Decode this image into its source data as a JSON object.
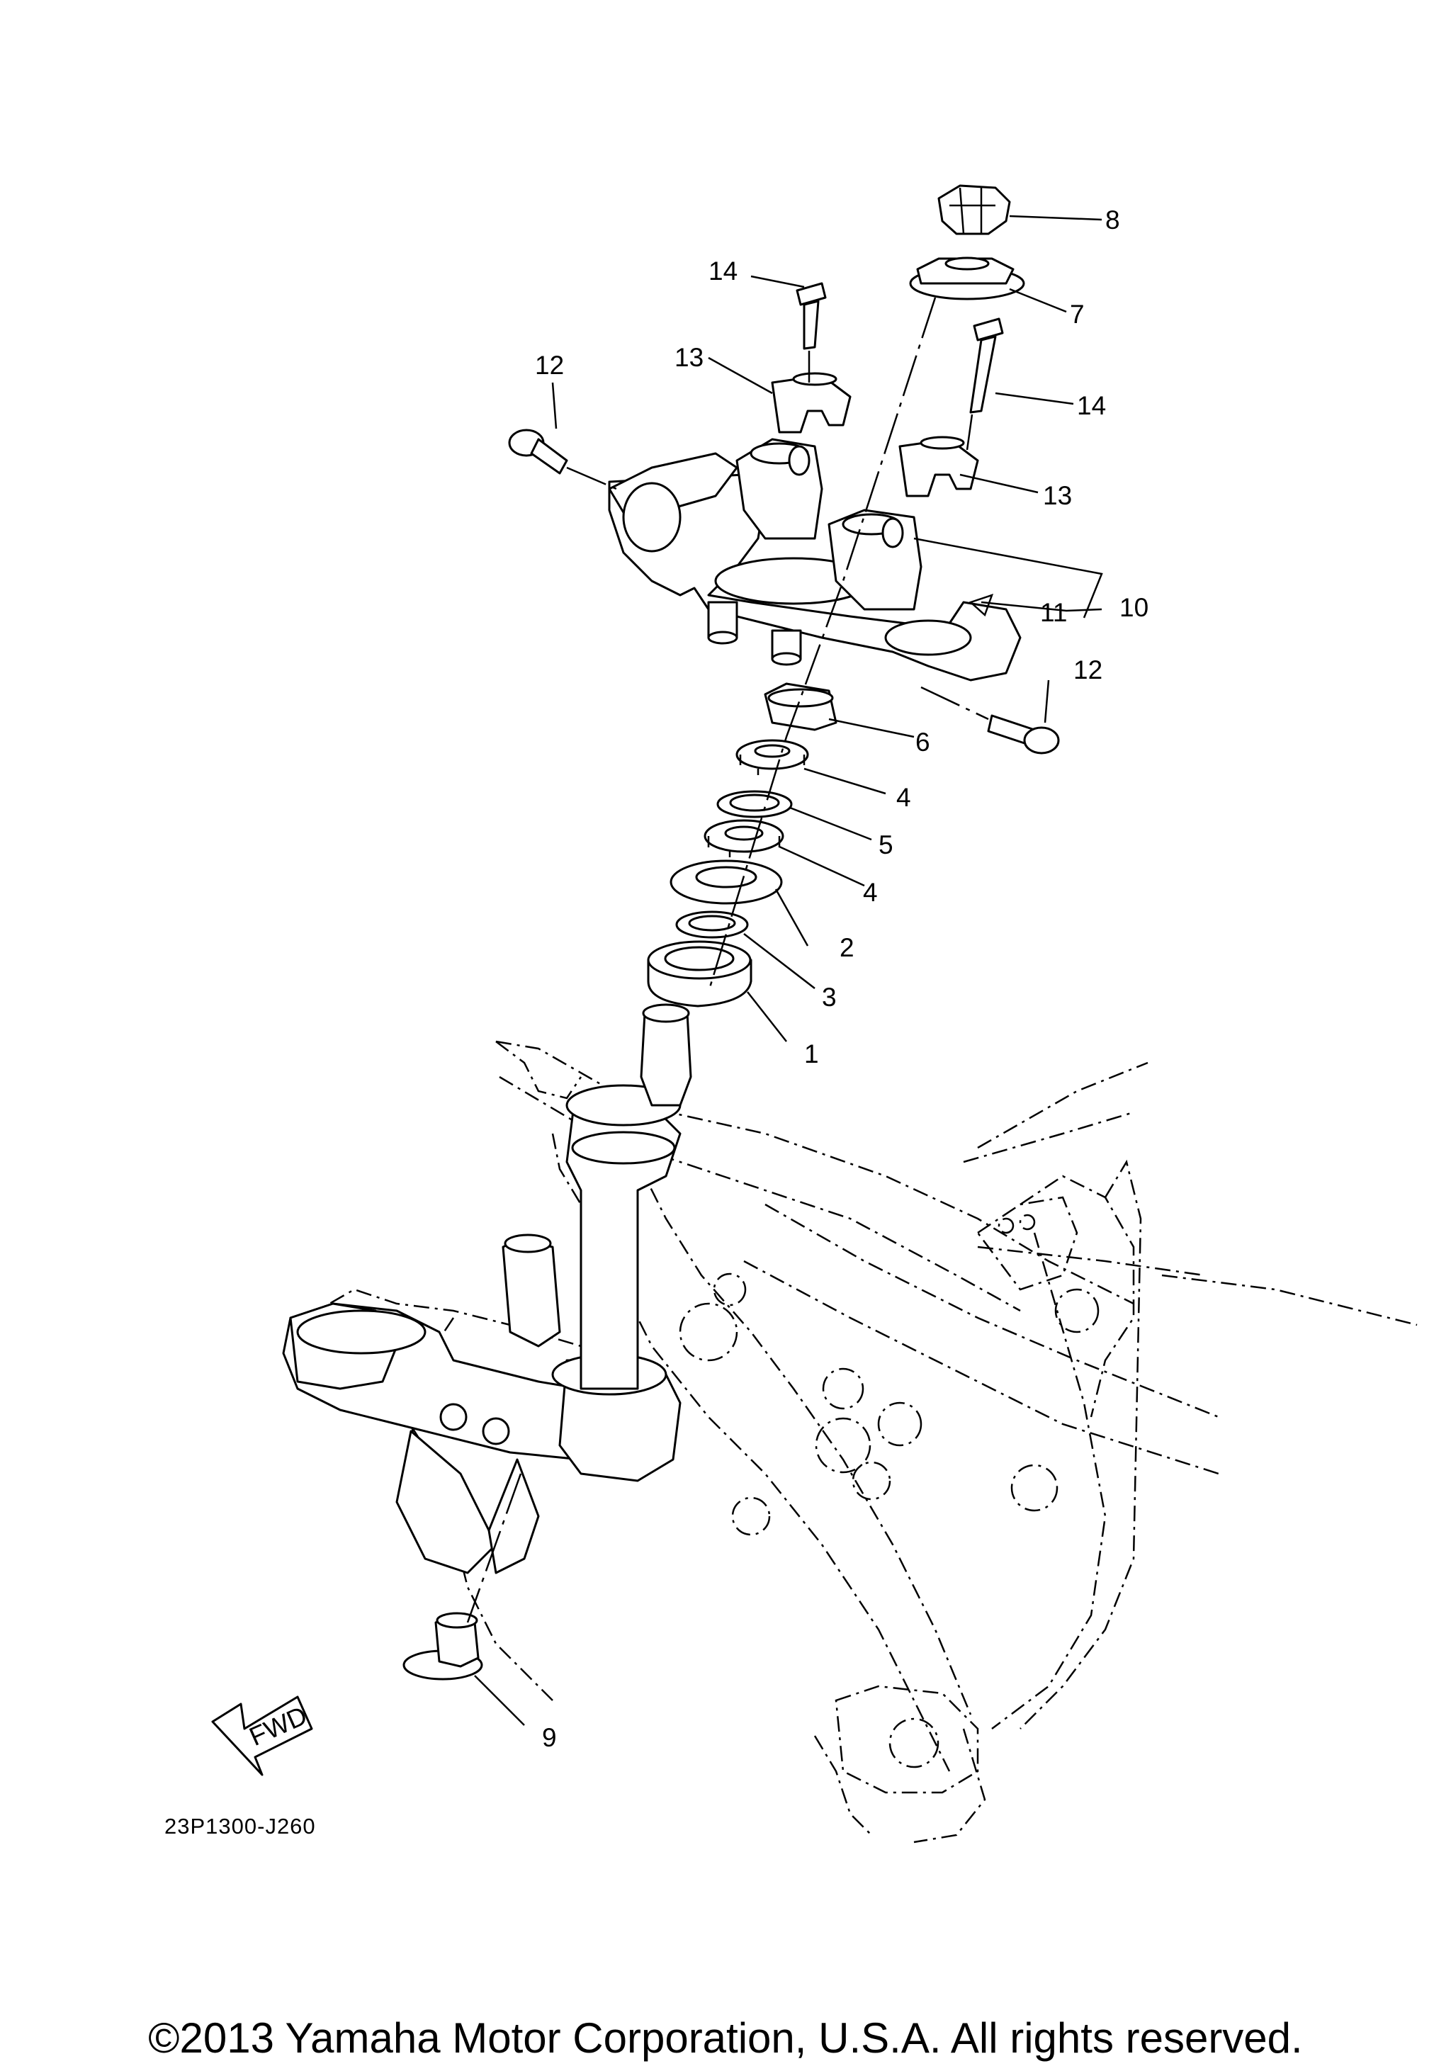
{
  "diagram": {
    "code": "23P1300-J260",
    "direction_label": "FWD",
    "copyright": "©2013 Yamaha Motor Corporation, U.S.A. All rights reserved."
  },
  "callouts": [
    {
      "id": "c8",
      "text": "8"
    },
    {
      "id": "c7",
      "text": "7"
    },
    {
      "id": "c14a",
      "text": "14"
    },
    {
      "id": "c14b",
      "text": "14"
    },
    {
      "id": "c12a",
      "text": "12"
    },
    {
      "id": "c13a",
      "text": "13"
    },
    {
      "id": "c13b",
      "text": "13"
    },
    {
      "id": "c10",
      "text": "10"
    },
    {
      "id": "c11",
      "text": "11"
    },
    {
      "id": "c12b",
      "text": "12"
    },
    {
      "id": "c6",
      "text": "6"
    },
    {
      "id": "c4a",
      "text": "4"
    },
    {
      "id": "c5",
      "text": "5"
    },
    {
      "id": "c4b",
      "text": "4"
    },
    {
      "id": "c2",
      "text": "2"
    },
    {
      "id": "c3",
      "text": "3"
    },
    {
      "id": "c1",
      "text": "1"
    },
    {
      "id": "c9",
      "text": "9"
    }
  ]
}
